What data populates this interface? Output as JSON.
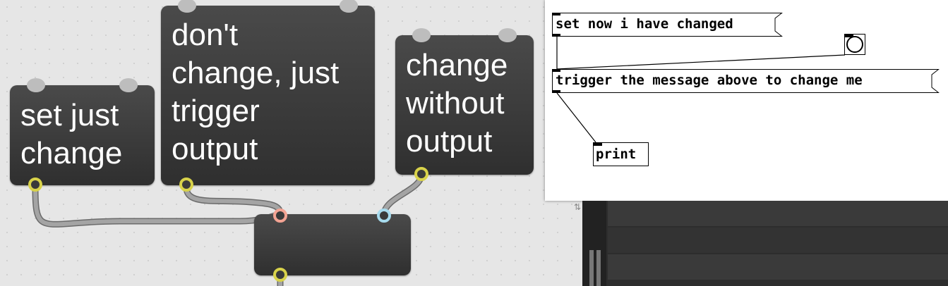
{
  "max_panel": {
    "messages": [
      {
        "label": "set just\nchange"
      },
      {
        "label": "don't\nchange, just\ntrigger\noutput"
      },
      {
        "label": "change\nwithout\noutput"
      }
    ],
    "wire_color": "#a4a4a4",
    "inlet_colors": {
      "left": "#f3a393",
      "right": "#a7dbee",
      "outlet": "#d8d24a"
    }
  },
  "pd_patch": {
    "set_message": "set now i have changed",
    "trigger_message": "trigger the message above to change me",
    "print_object": "print",
    "bang": "bang"
  },
  "mixer": {
    "indicator": "⇅"
  }
}
